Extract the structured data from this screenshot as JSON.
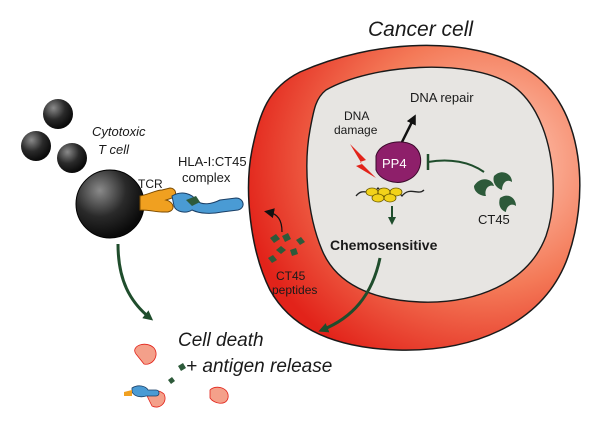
{
  "title": "Cancer cell",
  "tcell": {
    "label_line1": "Cytotoxic",
    "label_line2": "T cell",
    "tcr_label": "TCR"
  },
  "complex": {
    "label_line1": "HLA-I:CT45",
    "label_line2": "complex"
  },
  "nucleus": {
    "dna_damage_line1": "DNA",
    "dna_damage_line2": "damage",
    "dna_repair": "DNA repair",
    "pp4_label": "PP4",
    "ct45_label": "CT45",
    "chemo_label": "Chemosensitive"
  },
  "peptides": {
    "label_line1": "CT45",
    "label_line2": "peptides"
  },
  "outcome": {
    "line1": "Cell death",
    "line2": "+ antigen release"
  },
  "colors": {
    "cell_red": "#e8281e",
    "cell_light": "#f6a08a",
    "nucleus_fill": "#e7e5e2",
    "arrow_green": "#1f4d2c",
    "ct45_green": "#2d5a3a",
    "pp4_purple": "#8e1f6a",
    "tcr_orange": "#f0a020",
    "hla_blue": "#4a9bd4",
    "dna_yellow": "#f2d21a"
  }
}
